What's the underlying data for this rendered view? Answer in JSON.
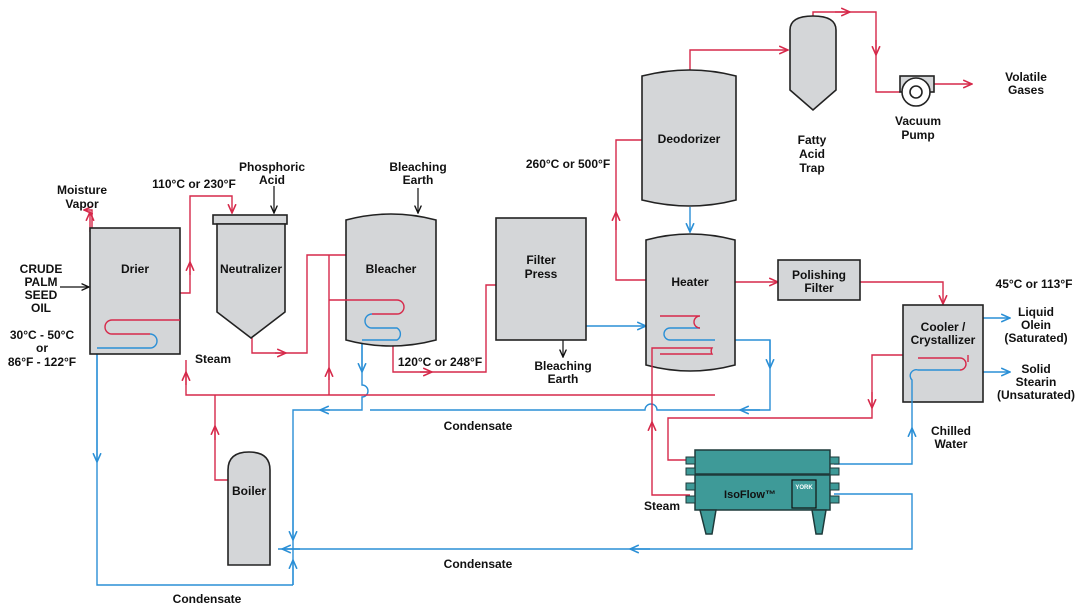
{
  "colors": {
    "hot_line": "#d6294a",
    "cold_line": "#2a8fd6",
    "vessel_fill": "#d4d6d8",
    "chiller_fill": "#3e9a98"
  },
  "equipment": {
    "drier": "Drier",
    "neutralizer": "Neutralizer",
    "bleacher": "Bleacher",
    "filter_press_1": "Filter",
    "filter_press_2": "Press",
    "deodorizer": "Deodorizer",
    "heater": "Heater",
    "polishing_filter_1": "Polishing",
    "polishing_filter_2": "Filter",
    "cooler_1": "Cooler /",
    "cooler_2": "Crystallizer",
    "boiler": "Boiler",
    "chiller": "IsoFlow™",
    "chiller_brand": "YORK",
    "trap_1": "Fatty",
    "trap_2": "Acid",
    "trap_3": "Trap",
    "pump_1": "Vacuum",
    "pump_2": "Pump"
  },
  "labels": {
    "moisture_1": "Moisture",
    "moisture_2": "Vapor",
    "crude_1": "CRUDE",
    "crude_2": "PALM",
    "crude_3": "SEED",
    "crude_4": "OIL",
    "feed_temp_1": "30°C - 50°C",
    "feed_temp_2": "or",
    "feed_temp_3": "86°F - 122°F",
    "temp_110": "110°C or 230°F",
    "phosphoric_1": "Phosphoric",
    "phosphoric_2": "Acid",
    "bleach_earth_in_1": "Bleaching",
    "bleach_earth_in_2": "Earth",
    "temp_120": "120°C or 248°F",
    "bleach_earth_out_1": "Bleaching",
    "bleach_earth_out_2": "Earth",
    "temp_260": "260°C or 500°F",
    "steam_1": "Steam",
    "steam_2": "Steam",
    "condensate_1": "Condensate",
    "condensate_2": "Condensate",
    "condensate_3": "Condensate",
    "volatile_1": "Volatile",
    "volatile_2": "Gases",
    "temp_45": "45°C or 113°F",
    "olein_1": "Liquid",
    "olein_2": "Olein",
    "olein_3": "(Saturated)",
    "stearin_1": "Solid",
    "stearin_2": "Stearin",
    "stearin_3": "(Unsaturated)",
    "chilled_1": "Chilled",
    "chilled_2": "Water"
  }
}
